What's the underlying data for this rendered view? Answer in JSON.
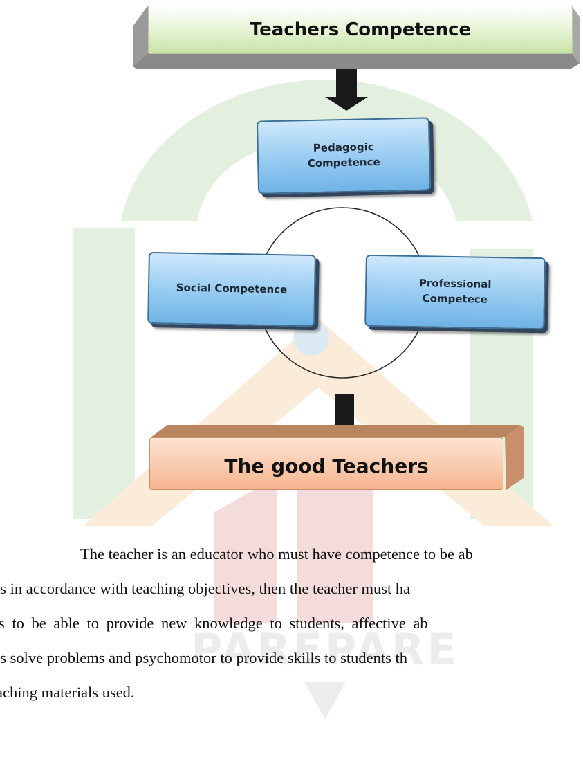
{
  "diagram": {
    "top_banner": "Teachers Competence",
    "boxes": {
      "pedagogic": [
        "Pedagogic",
        "Competence"
      ],
      "social": "Social Competence",
      "professional": [
        "Professional",
        "Competece"
      ]
    },
    "bottom_banner": "The good Teachers"
  },
  "paragraph": {
    "lines": [
      "The teacher is an educator who must have competence to be ab",
      "ts in accordance with teaching objectives, then the teacher must ha",
      "s to be able to provide new knowledge to students, affective ab",
      "ts solve problems and psychomotor to provide skills to students th",
      "aching materials used."
    ]
  },
  "watermark": {
    "text": "PAREPARE",
    "colors": {
      "green": "#e4f0df",
      "orange": "#fbecd9",
      "red": "#f5dcdc",
      "gray": "#ececec",
      "blue": "#dcebf3"
    }
  }
}
